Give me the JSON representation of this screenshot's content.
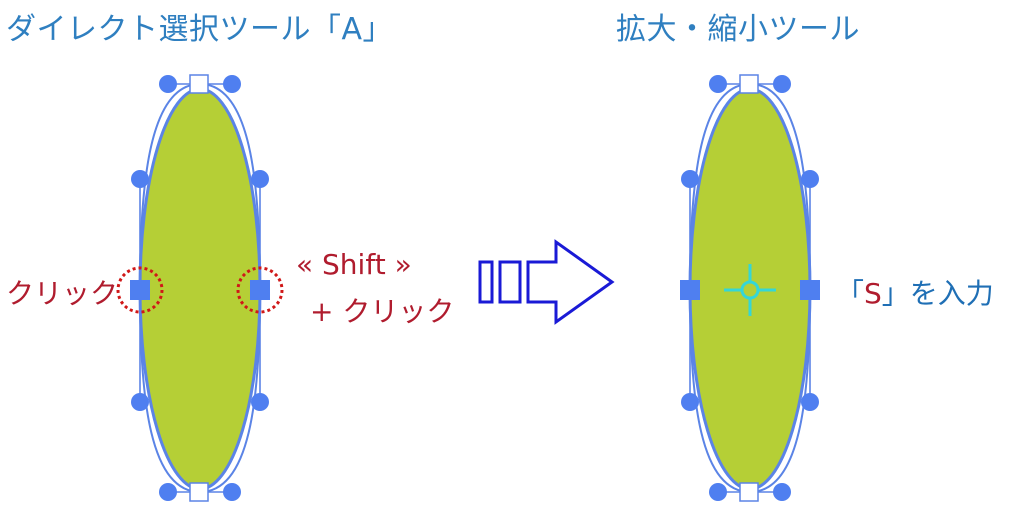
{
  "left_panel": {
    "title": "ダイレクト選択ツール「A」",
    "click_label": "クリック",
    "shift_label": "« Shift »",
    "shift_click_label": "+ クリック"
  },
  "right_panel": {
    "title": "拡大・縮小ツール",
    "input_open": "「",
    "input_key": "S",
    "input_close": "」を入力"
  },
  "colors": {
    "ellipse_fill": "#b5cf36",
    "path_stroke": "#5b84e6",
    "anchor": "#4f7ff0",
    "highlight": "#d01818",
    "arrow": "#1a1ad6",
    "center_icon": "#35d6d6",
    "title_text": "#2f7fc0",
    "label_red": "#b01c2e"
  },
  "icons": [
    "right-arrow-icon",
    "reference-point-icon"
  ]
}
